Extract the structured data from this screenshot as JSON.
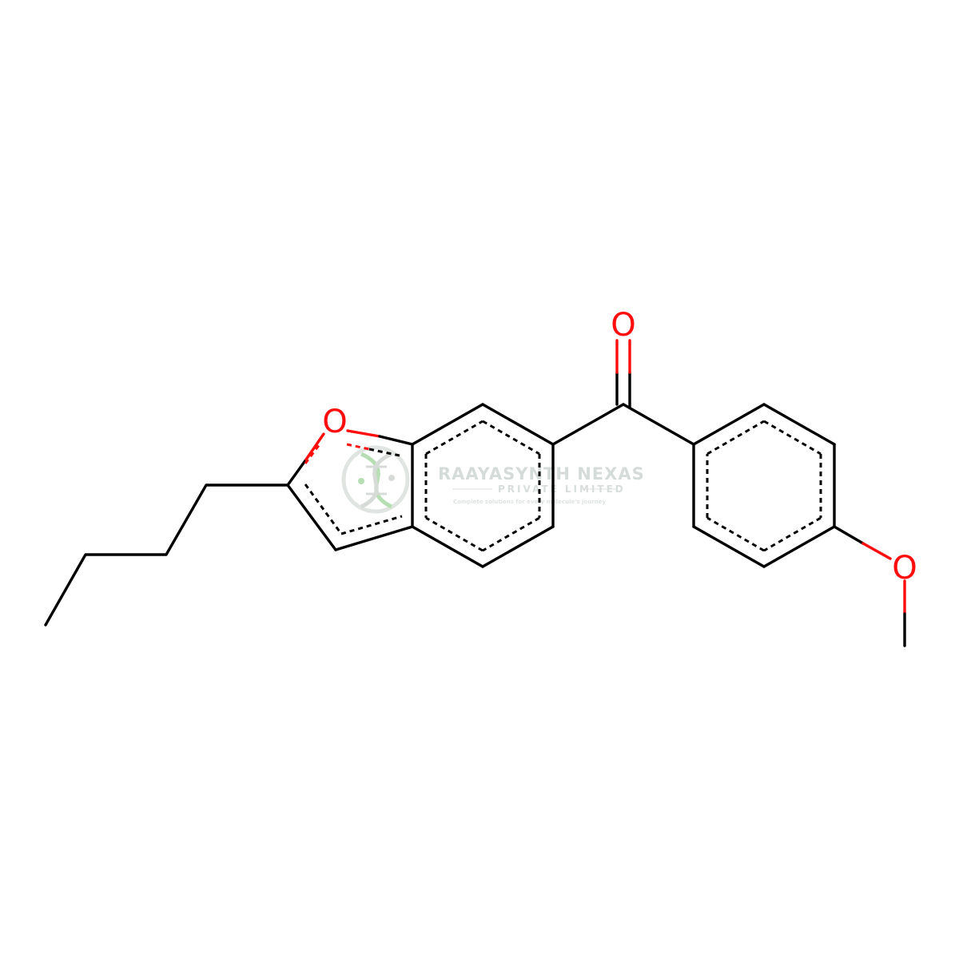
{
  "molecule": {
    "atom_labels": {
      "ring_oxygen": "O",
      "carbonyl_oxygen": "O",
      "methoxy_oxygen": "O"
    },
    "colors": {
      "bond": "#000000",
      "oxygen": "#ff0d0d",
      "background": "#ffffff"
    }
  },
  "watermark": {
    "company": "RAAYASYNTH NEXAS",
    "subtitle": "PRIVATE LIMITED",
    "tagline": "Complete solutions for every molecule's journey",
    "colors": {
      "text": "#c7d0cb",
      "logo_green": "#9ed49a",
      "logo_grey": "#c9cfcc"
    }
  }
}
